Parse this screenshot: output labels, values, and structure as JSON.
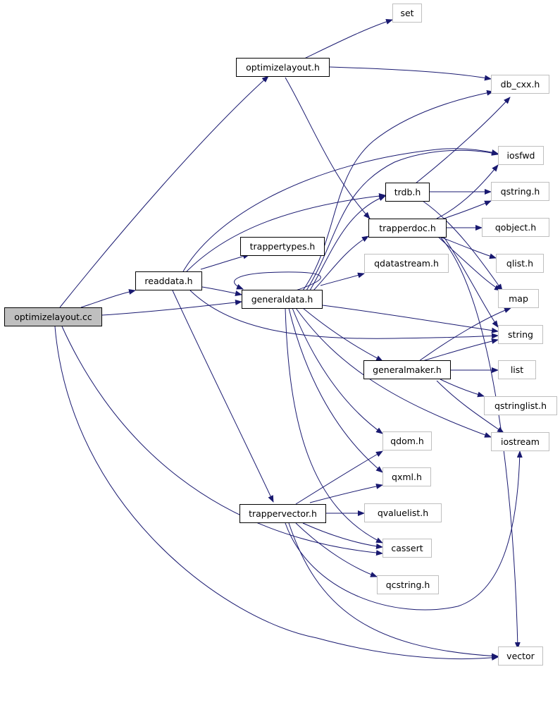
{
  "colors": {
    "edge": "#191970",
    "root_fill": "#bfbfbf",
    "local_border": "#000000",
    "system_border": "#bfbfbf"
  },
  "nodes": {
    "optimizelayout_cc": "optimizelayout.cc",
    "optimizelayout_h": "optimizelayout.h",
    "set": "set",
    "db_cxx_h": "db_cxx.h",
    "iosfwd": "iosfwd",
    "trdb_h": "trdb.h",
    "qstring_h": "qstring.h",
    "trapperdoc_h": "trapperdoc.h",
    "qobject_h": "qobject.h",
    "trappertypes_h": "trappertypes.h",
    "qlist_h": "qlist.h",
    "qdatastream_h": "qdatastream.h",
    "readdata_h": "readdata.h",
    "generaldata_h": "generaldata.h",
    "map": "map",
    "string": "string",
    "generalmaker_h": "generalmaker.h",
    "list": "list",
    "qstringlist_h": "qstringlist.h",
    "qdom_h": "qdom.h",
    "iostream": "iostream",
    "qxml_h": "qxml.h",
    "trappervector_h": "trappervector.h",
    "qvaluelist_h": "qvaluelist.h",
    "cassert": "cassert",
    "qcstring_h": "qcstring.h",
    "vector": "vector"
  }
}
